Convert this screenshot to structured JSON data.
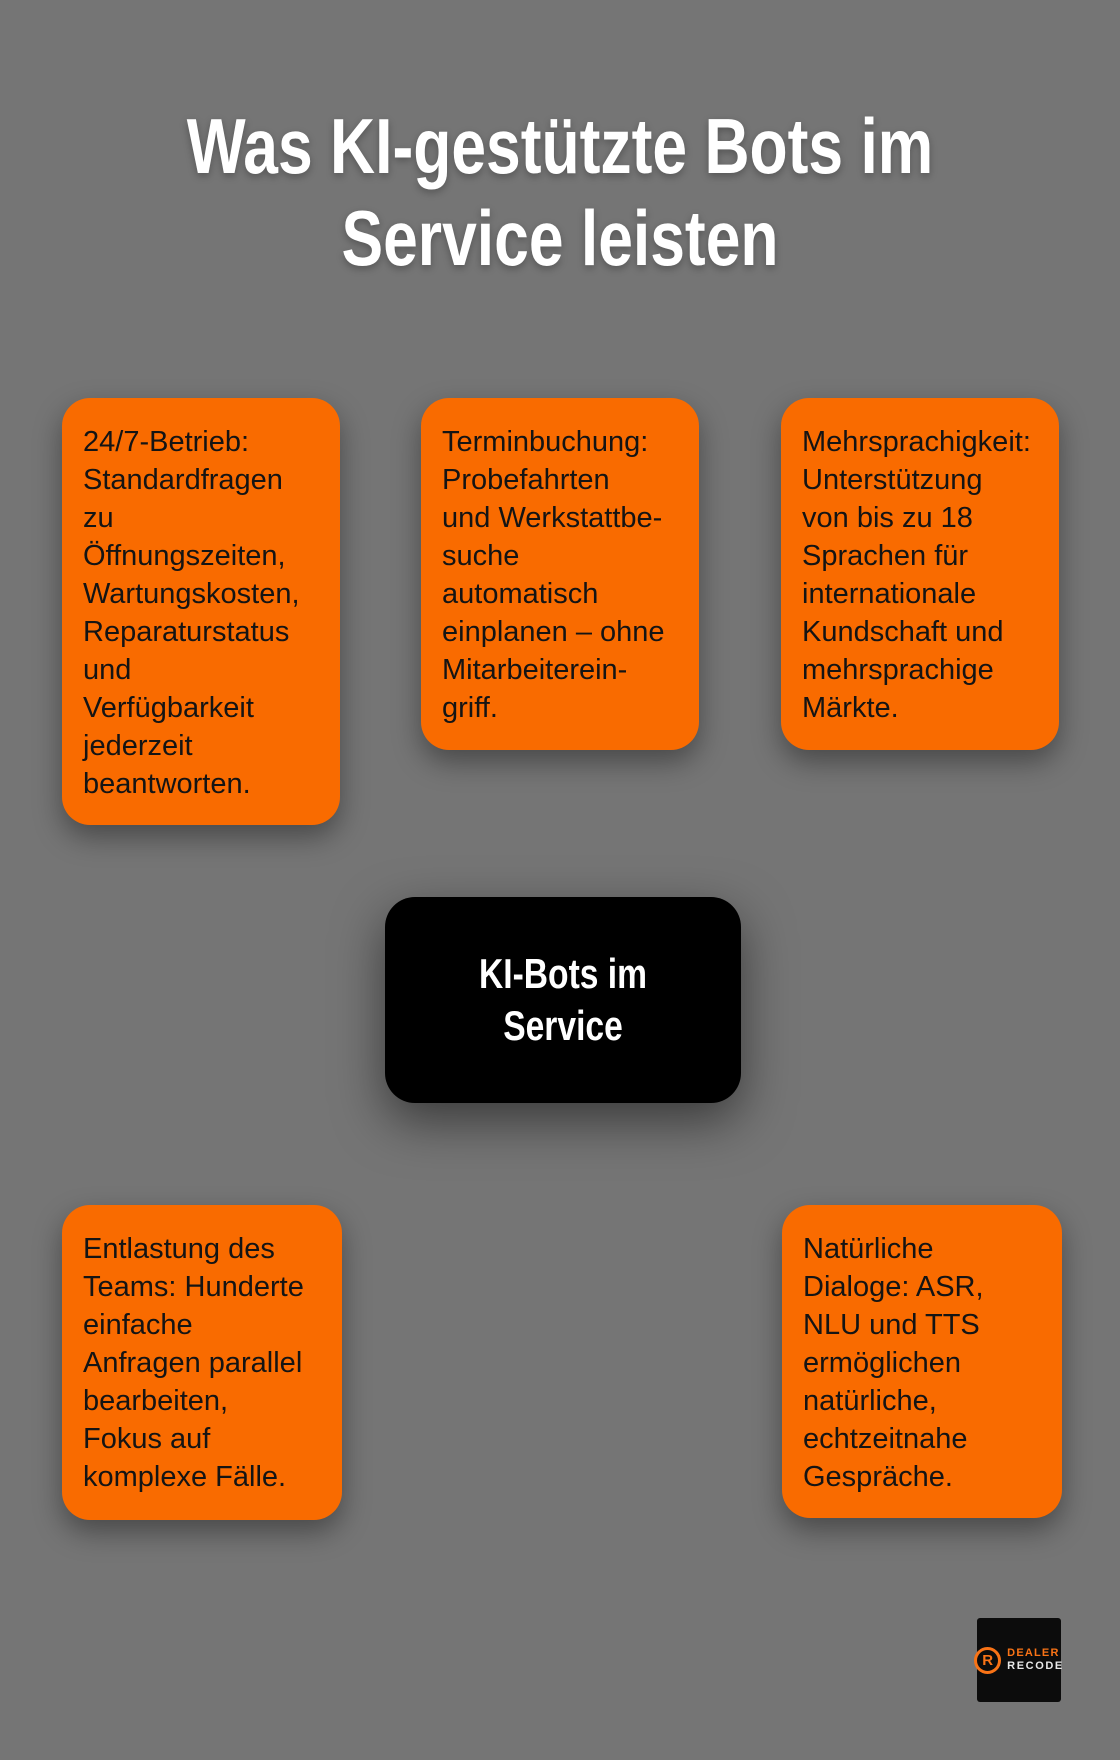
{
  "page": {
    "title_lines": [
      "Was KI-gestützte Bots im",
      "Service leisten"
    ]
  },
  "center_node": {
    "label_lines": [
      "KI-Bots im",
      "Service"
    ]
  },
  "cards": [
    {
      "id": "betrieb-24-7",
      "lines": [
        "24/7-Betrieb:",
        "Standardfragen",
        "zu",
        "Öffnungszeiten,",
        "Wartungskosten,",
        "Reparaturstatus",
        "und",
        "Verfügbarkeit",
        "jederzeit",
        "beantworten."
      ]
    },
    {
      "id": "terminbuchung",
      "lines": [
        "Terminbuchung:",
        "Probefahrten",
        "und Werkstattbe-",
        "suche",
        "automatisch",
        "einplanen – ohne",
        "Mitarbeiterein-",
        "griff."
      ]
    },
    {
      "id": "mehrsprachigkeit",
      "lines": [
        "Mehrsprachigkeit:",
        "Unterstützung",
        "von bis zu 18",
        "Sprachen für",
        "internationale",
        "Kundschaft und",
        "mehrsprachige",
        "Märkte."
      ]
    },
    {
      "id": "entlastung-des-teams",
      "lines": [
        "Entlastung des",
        "Teams: Hunderte",
        "einfache",
        "Anfragen parallel",
        "bearbeiten,",
        "Fokus auf",
        "komplexe Fälle."
      ]
    },
    {
      "id": "natuerliche-dialoge",
      "lines": [
        "Natürliche",
        "Dialoge: ASR,",
        "NLU und TTS",
        "ermöglichen",
        "natürliche,",
        "echtzeitnahe",
        "Gespräche."
      ]
    }
  ],
  "logo": {
    "monogram": "R",
    "line1": "DEALER",
    "line2": "RECODE"
  },
  "colors": {
    "background": "#757575",
    "card_orange": "#F96B00",
    "card_text": "#141414",
    "node_black": "#000000",
    "title_white": "#FFFFFF",
    "logo_bg": "#0C0C0C",
    "logo_orange": "#F97316",
    "logo_white": "#E9E9E9"
  }
}
